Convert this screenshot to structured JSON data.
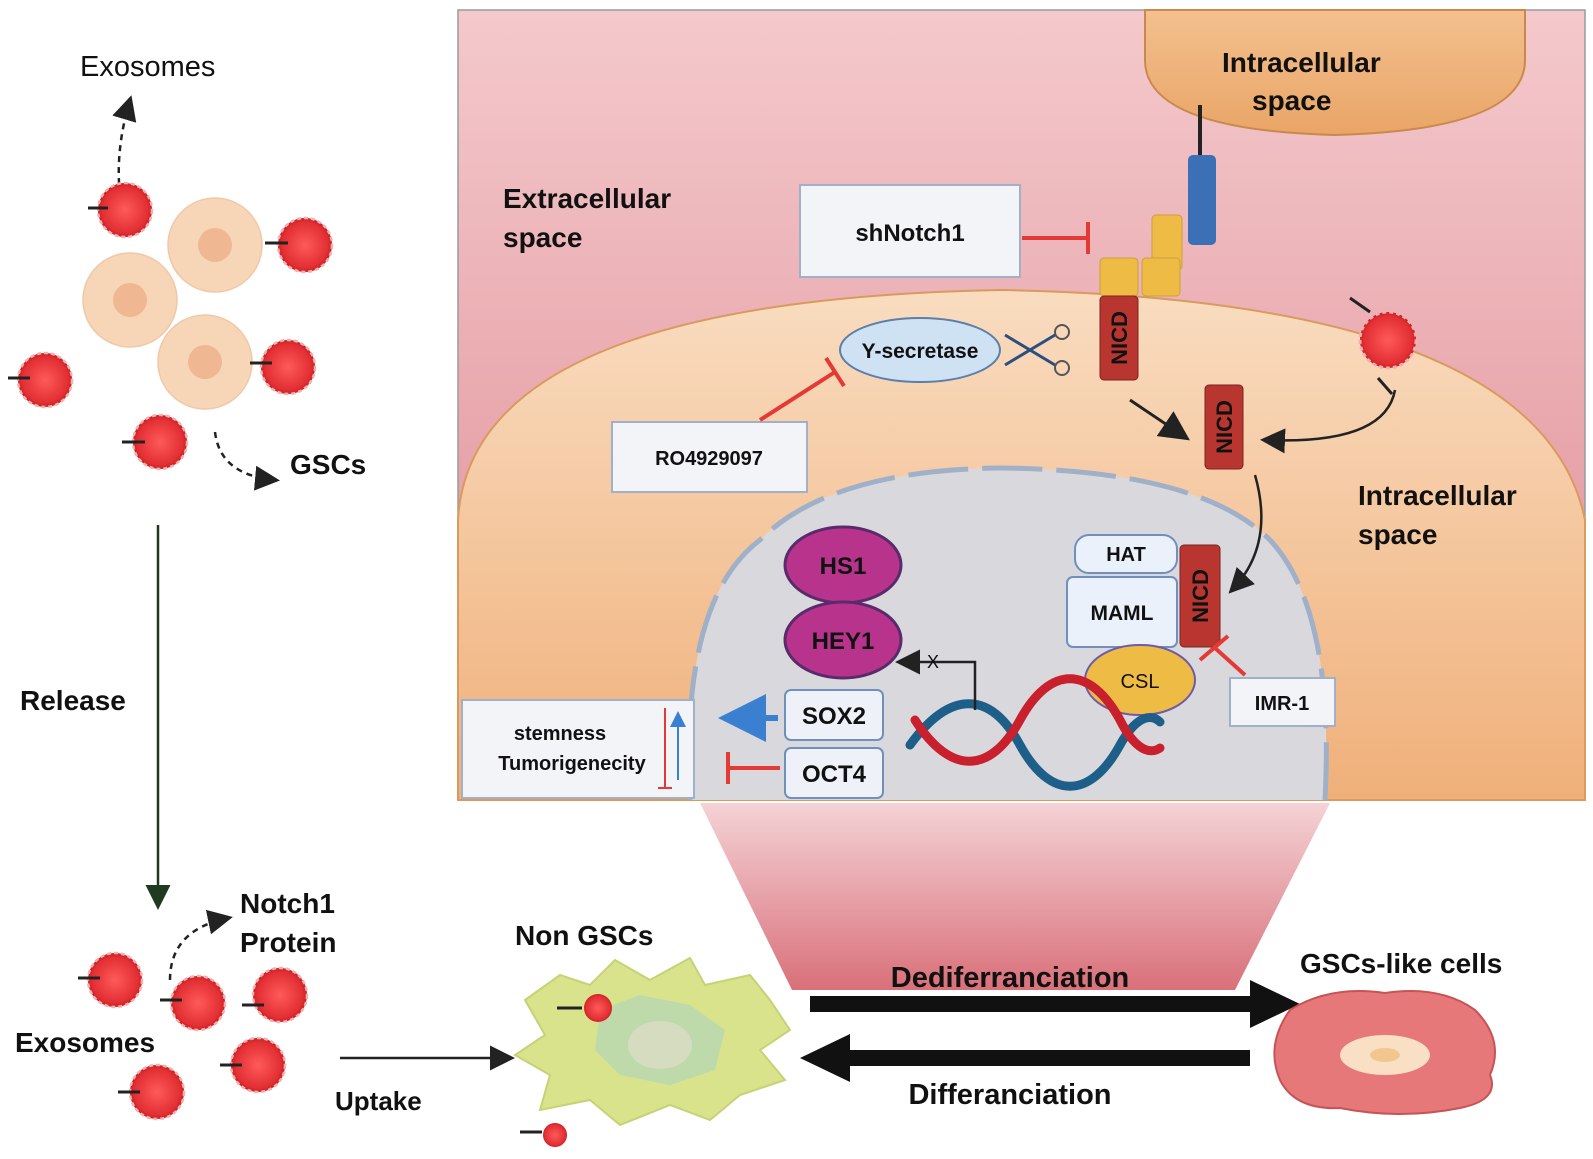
{
  "labels": {
    "exosomes_top": "Exosomes",
    "gscs": "GSCs",
    "release": "Release",
    "notch1_protein_line1": "Notch1",
    "notch1_protein_line2": "Protein",
    "exosomes_bottom": "Exosomes",
    "uptake": "Uptake",
    "non_gscs": "Non GSCs",
    "dedifferentiation": "Dediferranciation",
    "differentiation": "Differanciation",
    "gscs_like_cells": "GSCs-like cells",
    "extracellular_space_line1": "Extracellular",
    "extracellular_space_line2": "space",
    "intracellular_top_line1": "Intracellular",
    "intracellular_top_line2": "space",
    "intracellular_right_line1": "Intracellular",
    "intracellular_right_line2": "space",
    "shnotch1": "shNotch1",
    "gamma_secretase": "Y-secretase",
    "ro4929097": "RO4929097",
    "nicd": "NICD",
    "hat": "HAT",
    "maml": "MAML",
    "csl": "CSL",
    "imr1": "IMR-1",
    "hs1": "HS1",
    "hey1": "HEY1",
    "sox2": "SOX2",
    "oct4": "OCT4",
    "stemness": "stemness",
    "tumorigenecity": "Tumorigenecity",
    "x_mark": "X"
  },
  "colors": {
    "exosome_red": "#e8383b",
    "cell_peach": "#f7d6b8",
    "membrane_orange": "#f0b884",
    "bg_pink": "#e79aa0",
    "nucleus_gray": "#d8d8dc",
    "notch_blue": "#3b6fb6",
    "notch_yellow": "#eebc45",
    "nicd_red": "#b8362f",
    "hs1_magenta": "#b8338c",
    "inhibit_red": "#e53935",
    "activate_blue": "#3a7fd0",
    "non_gsc_green": "#cfe07a",
    "gsc_like_pink": "#e7787a",
    "dna_red": "#c8202c",
    "dna_blue": "#1e5f8a"
  }
}
